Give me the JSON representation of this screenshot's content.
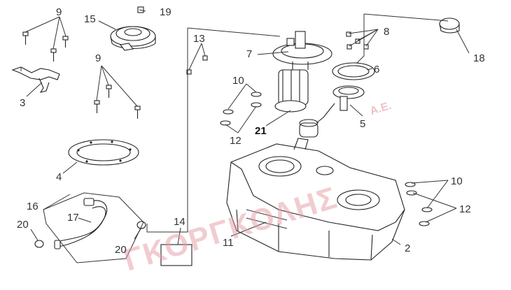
{
  "callouts": [
    "9",
    "19",
    "15",
    "3",
    "9",
    "4",
    "13",
    "7",
    "10",
    "12",
    "21",
    "6",
    "8",
    "18",
    "5",
    "10",
    "12",
    "16",
    "17",
    "20",
    "20",
    "14",
    "11",
    "2"
  ],
  "watermark": {
    "main": "ΓΚΟΡΓΚΟΛΗΣ",
    "suffix": "A.E.",
    "color": "#e39aa1"
  }
}
